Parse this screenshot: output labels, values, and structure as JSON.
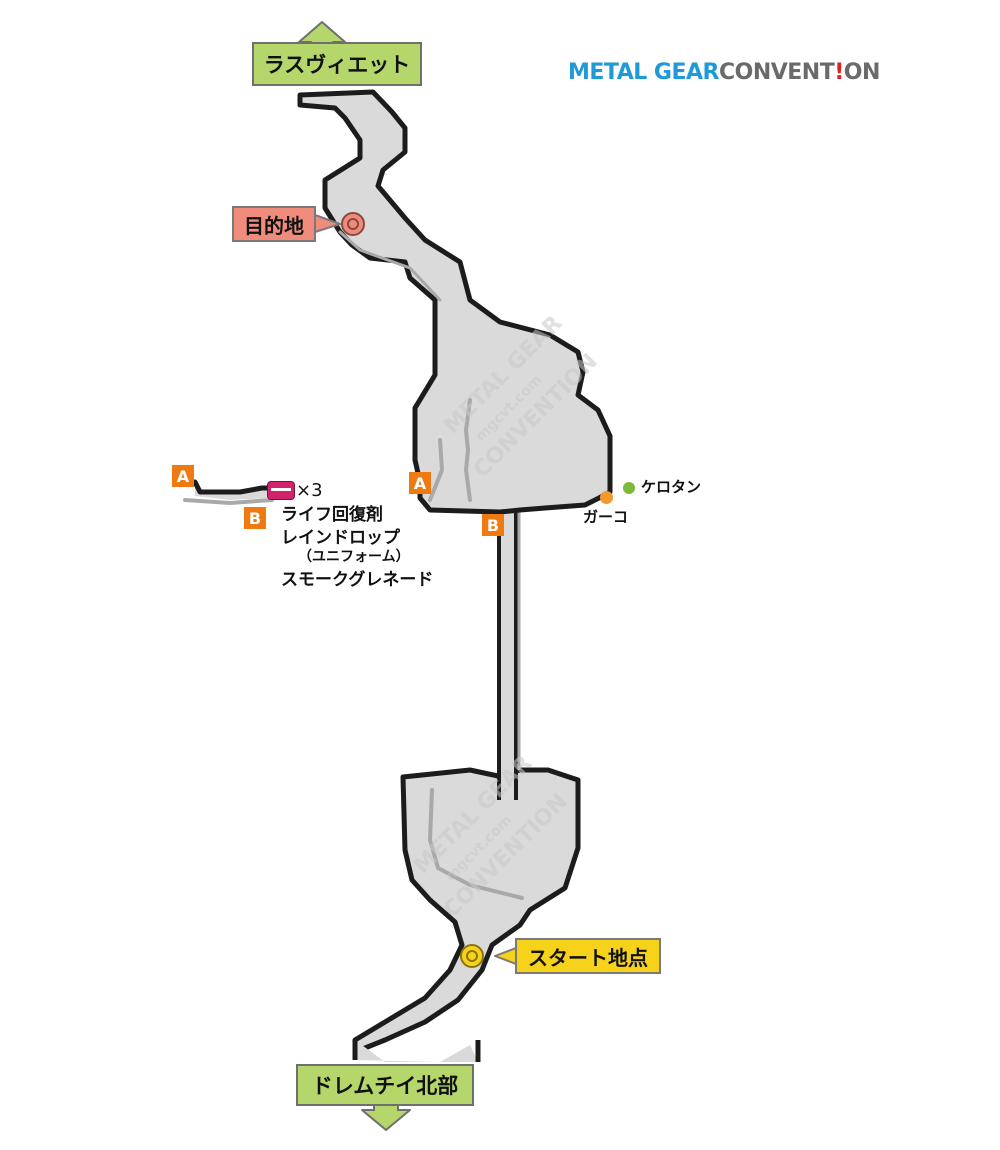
{
  "logo": {
    "part1": "METAL GEAR",
    "part2": "CONVENT",
    "part3": "!",
    "part4": "ON",
    "color1": "#1f9ad6",
    "color2": "#6a6a6a",
    "color3": "#e02020"
  },
  "exits": {
    "north": "ラスヴィエット",
    "south": "ドレムチイ北部",
    "color": "#b5d66a"
  },
  "callouts": {
    "destination": "目的地",
    "destination_color": "#ef8c7c",
    "start": "スタート地点",
    "start_color": "#f6d21a"
  },
  "markers": {
    "a": "A",
    "b": "B",
    "color": "#f07a12"
  },
  "items": {
    "count": "×3",
    "lines": [
      "ライフ回復剤",
      "レインドロップ",
      "（ユニフォーム）",
      "スモークグレネード"
    ],
    "icon": "card-icon",
    "icon_color": "#d2226e"
  },
  "characters": {
    "kerotan": "ケロタン",
    "kerotan_color": "#7cb83a",
    "gako": "ガーコ",
    "gako_color": "#f39a2e"
  },
  "watermark": [
    "METAL GEAR",
    "mgcvt.com",
    "CONVENTION"
  ]
}
